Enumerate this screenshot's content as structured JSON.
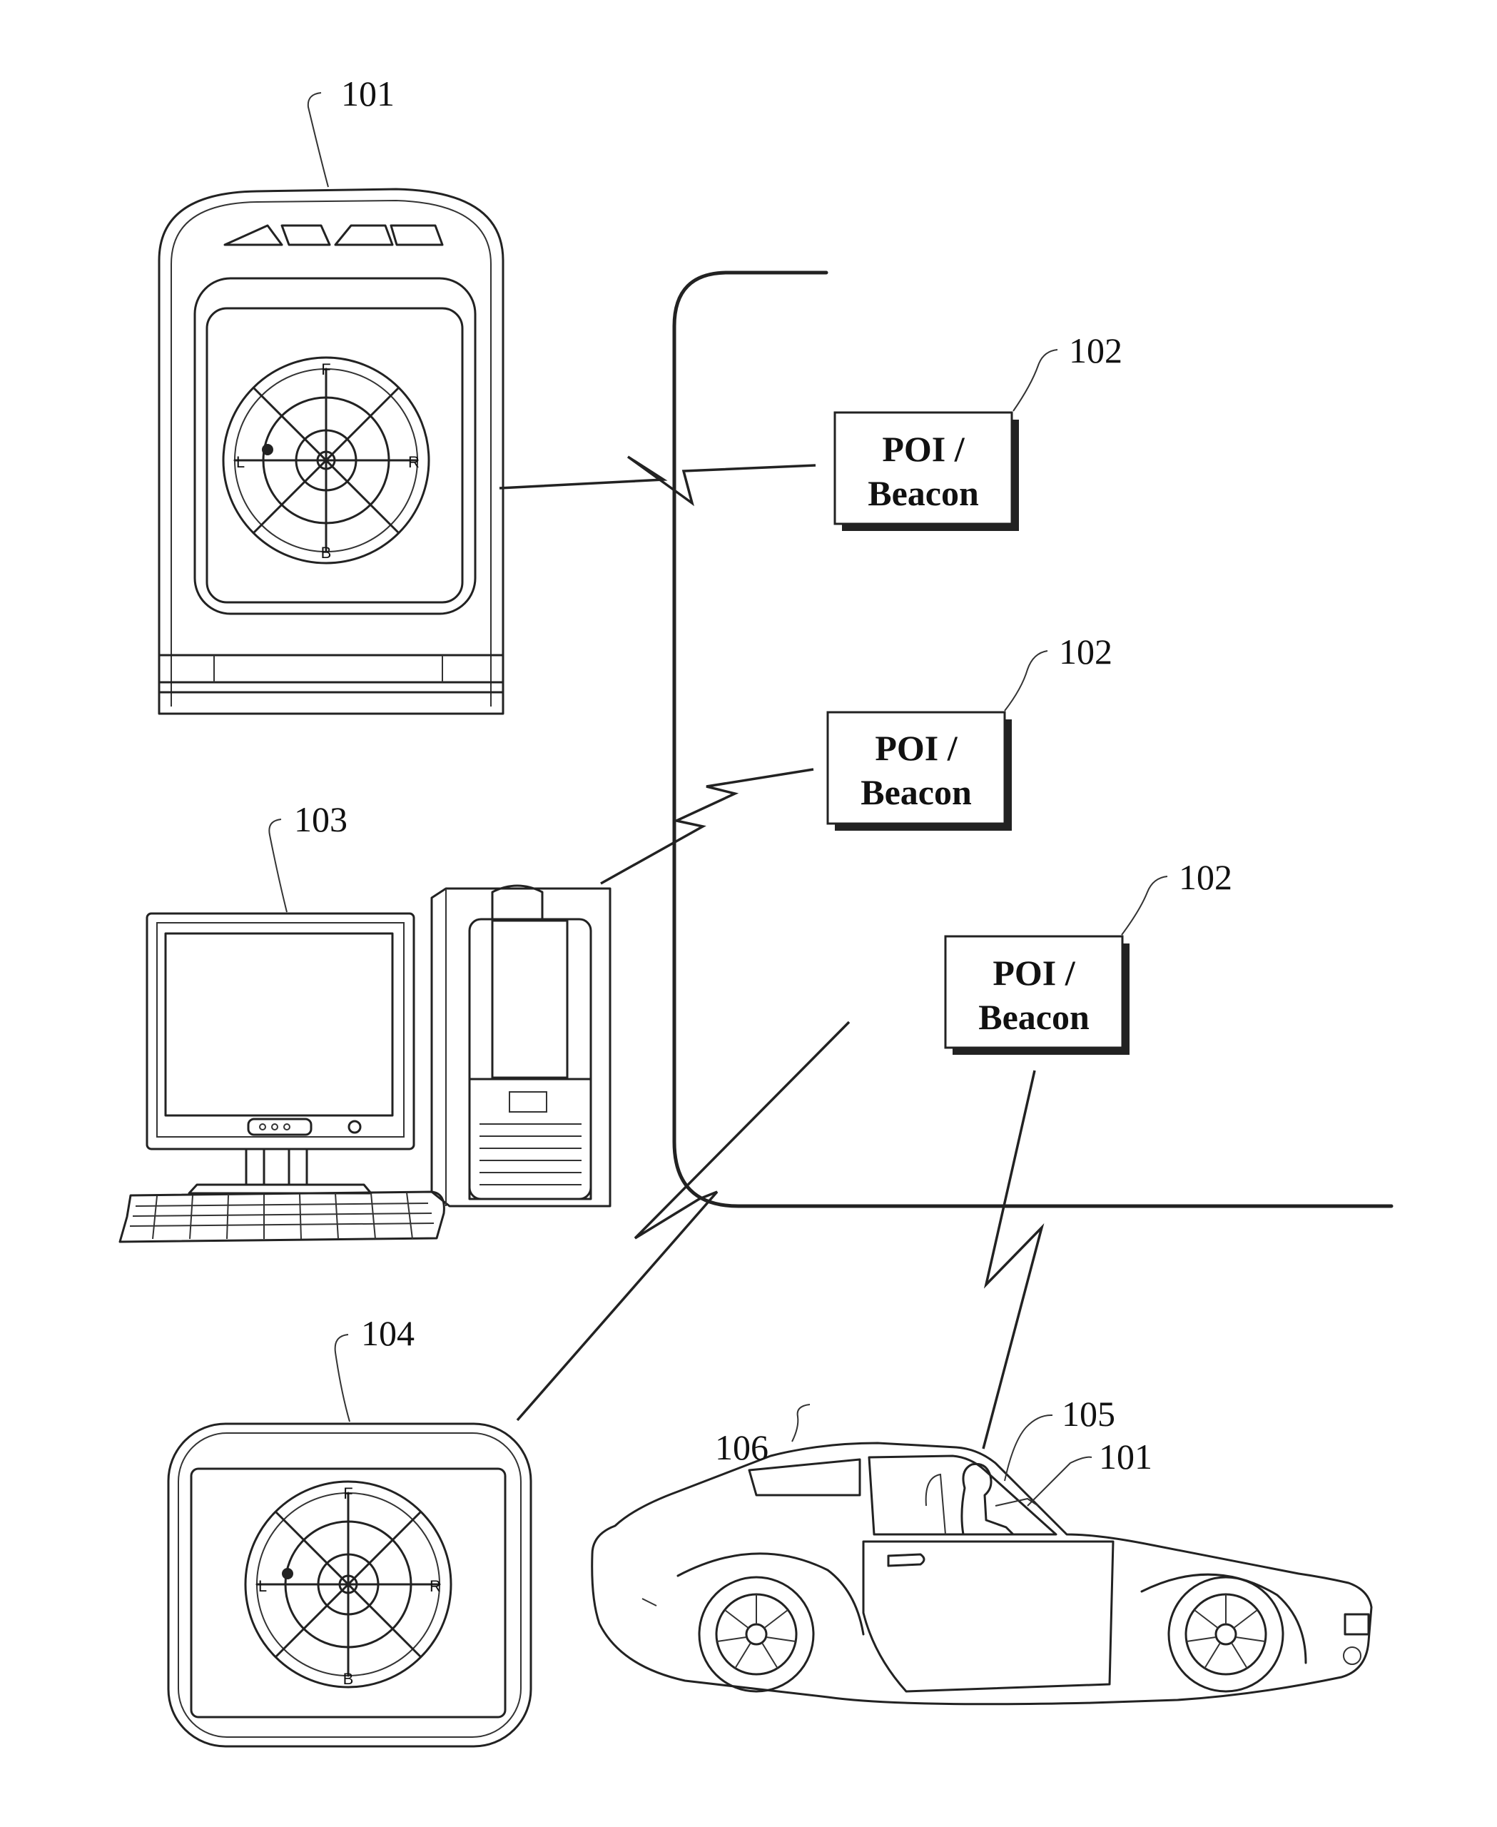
{
  "reference_numerals": {
    "mobile_device": "101",
    "beacon_a": "102",
    "beacon_b": "102",
    "beacon_c": "102",
    "computer": "103",
    "display_unit": "104",
    "driver": "105",
    "vehicle": "106",
    "in_vehicle_device": "101"
  },
  "beacon": {
    "label_line1": "POI /",
    "label_line2": "Beacon"
  },
  "radar": {
    "front": "F",
    "back": "B",
    "left": "L",
    "right": "R"
  }
}
